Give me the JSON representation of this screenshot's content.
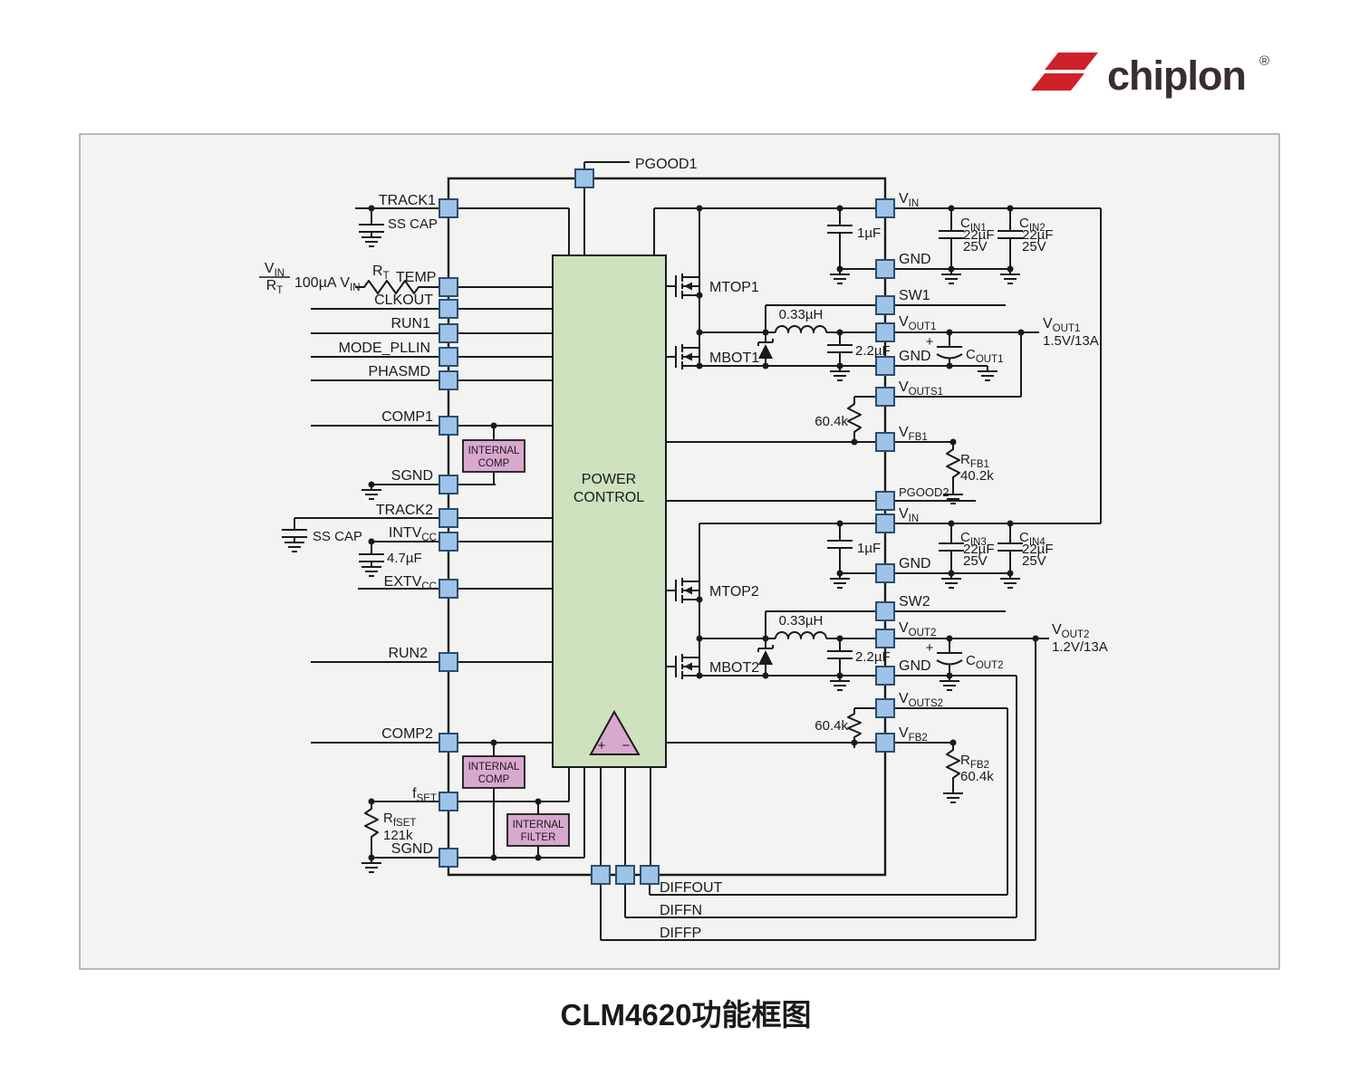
{
  "colors": {
    "logo_red": "#cf2129",
    "pin_fill": "#9dc3e8",
    "pin_stroke": "#2e4d6e",
    "block_green": "#cde2bd",
    "block_pink": "#d8a8ce",
    "panel_bg": "#f3f3f1",
    "line": "#1a1a1a"
  },
  "logo": {
    "text": "chiplon",
    "reg": "®"
  },
  "caption": "CLM4620功能框图",
  "controller": {
    "title_line1": "POWER",
    "title_line2": "CONTROL"
  },
  "blocks": {
    "internal": "INTERNAL",
    "comp": "COMP",
    "filter": "FILTER"
  },
  "pins": {
    "track1": "TRACK1",
    "temp": "TEMP",
    "clkout": "CLKOUT",
    "run1": "RUN1",
    "mode_pllin": "MODE_PLLIN",
    "phasmd": "PHASMD",
    "comp1": "COMP1",
    "sgnd": "SGND",
    "track2": "TRACK2",
    "intv_m": "INTV",
    "intv_s": "CC",
    "extv_m": "EXTV",
    "extv_s": "CC",
    "run2": "RUN2",
    "comp2": "COMP2",
    "fset_m": "f",
    "fset_s": "SET",
    "pgood1": "PGOOD1",
    "pgood2": "PGOOD2",
    "vin_m": "V",
    "vin_s": "IN",
    "gnd": "GND",
    "sw1": "SW1",
    "sw2": "SW2",
    "vout1_m": "V",
    "vout1_s": "OUT1",
    "vouts1_m": "V",
    "vouts1_s": "OUTS1",
    "vfb1_m": "V",
    "vfb1_s": "FB1",
    "vout2_m": "V",
    "vout2_s": "OUT2",
    "vouts2_m": "V",
    "vouts2_s": "OUTS2",
    "vfb2_m": "V",
    "vfb2_s": "FB2",
    "diffout": "DIFFOUT",
    "diffn": "DIFFN",
    "diffp": "DIFFP"
  },
  "components": {
    "ss_cap": "SS CAP",
    "rt_m": "R",
    "rt_s": "T",
    "bias_current": "100µA",
    "vin_m": "V",
    "vin_s": "IN",
    "cap_1uf": "1µF",
    "cap_22uf": "22µF",
    "volt_25": "25V",
    "cap_2_2uf": "2.2µF",
    "cap_4_7uf": "4.7µF",
    "cin1_m": "C",
    "cin1_s": "IN1",
    "cin2_m": "C",
    "cin2_s": "IN2",
    "cin3_m": "C",
    "cin3_s": "IN3",
    "cin4_m": "C",
    "cin4_s": "IN4",
    "cout1_m": "C",
    "cout1_s": "OUT1",
    "cout2_m": "C",
    "cout2_s": "OUT2",
    "plus": "+",
    "inductor": "0.33µH",
    "r_sense": "60.4k",
    "rfb1_m": "R",
    "rfb1_s": "FB1",
    "rfb1_v": "40.2k",
    "rfb2_m": "R",
    "rfb2_s": "FB2",
    "rfb2_v": "60.4k",
    "rfset_m": "R",
    "rfset_s": "fSET",
    "rfset_v": "121k",
    "mtop1": "MTOP1",
    "mbot1": "MBOT1",
    "mtop2": "MTOP2",
    "mbot2": "MBOT2"
  },
  "outputs": {
    "out1_rating": "1.5V/13A",
    "out2_rating": "1.2V/13A"
  },
  "amp": {
    "plus": "+",
    "minus": "−"
  }
}
